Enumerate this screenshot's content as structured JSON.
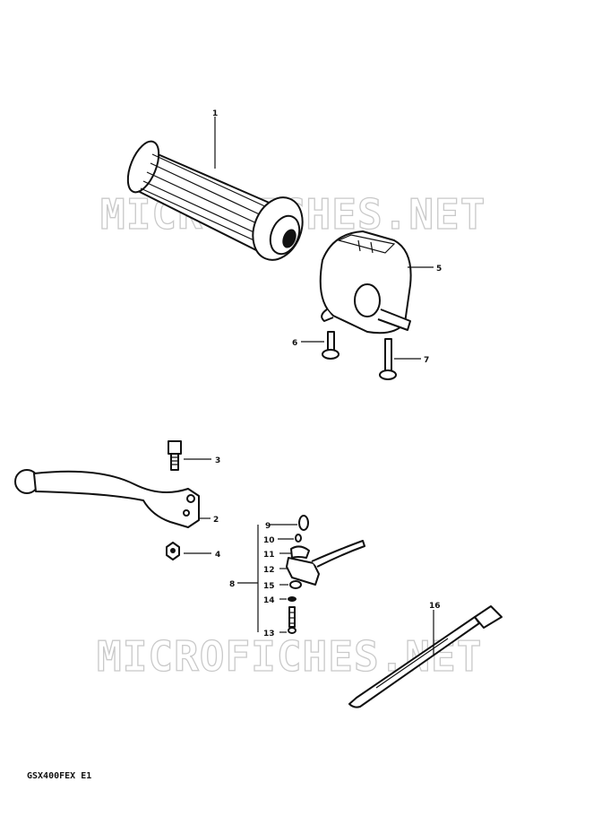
{
  "watermark": {
    "text": "MICROFICHES.NET"
  },
  "model_code": "GSX400FEX E1",
  "parts": {
    "p1": "1",
    "p2": "2",
    "p3": "3",
    "p4": "4",
    "p5": "5",
    "p6": "6",
    "p7": "7",
    "p8": "8",
    "p9": "9",
    "p10": "10",
    "p11": "11",
    "p12": "12",
    "p13": "13",
    "p14": "14",
    "p15": "15",
    "p16": "16"
  },
  "icons": {
    "p1": "handlebar-grip-icon",
    "p2": "clutch-lever-icon",
    "p3": "lever-bolt-icon",
    "p4": "lever-nut-icon",
    "p5": "switch-housing-icon",
    "p6": "switch-screw-icon",
    "p7": "switch-screw-long-icon",
    "p8": "clutch-switch-assembly-icon",
    "p16": "cable-tie-icon"
  },
  "colors": {
    "ink": "#111111",
    "watermark": "#c9c9c9",
    "background": "#ffffff"
  }
}
